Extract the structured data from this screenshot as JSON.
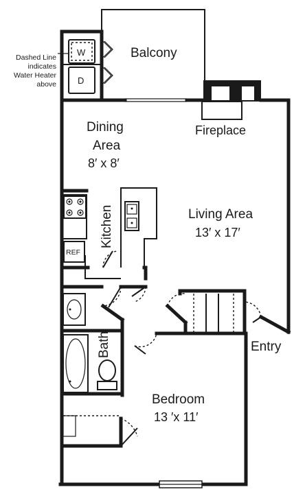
{
  "rooms": {
    "balcony": {
      "name": "Balcony"
    },
    "dining": {
      "name_line1": "Dining",
      "name_line2": "Area",
      "dims": "8′ x 8′"
    },
    "living": {
      "name": "Living Area",
      "dims": "13′ x 17′"
    },
    "kitchen": {
      "name": "Kitchen"
    },
    "bath": {
      "name": "Bath"
    },
    "bedroom": {
      "name": "Bedroom",
      "dims": "13 ′x 11′"
    }
  },
  "features": {
    "fireplace": "Fireplace",
    "entry": "Entry",
    "washer": "W",
    "dryer": "D",
    "refrigerator": "REF"
  },
  "note": {
    "line1": "Dashed Line",
    "line2": "indicates",
    "line3": "Water Heater",
    "line4": "above"
  }
}
